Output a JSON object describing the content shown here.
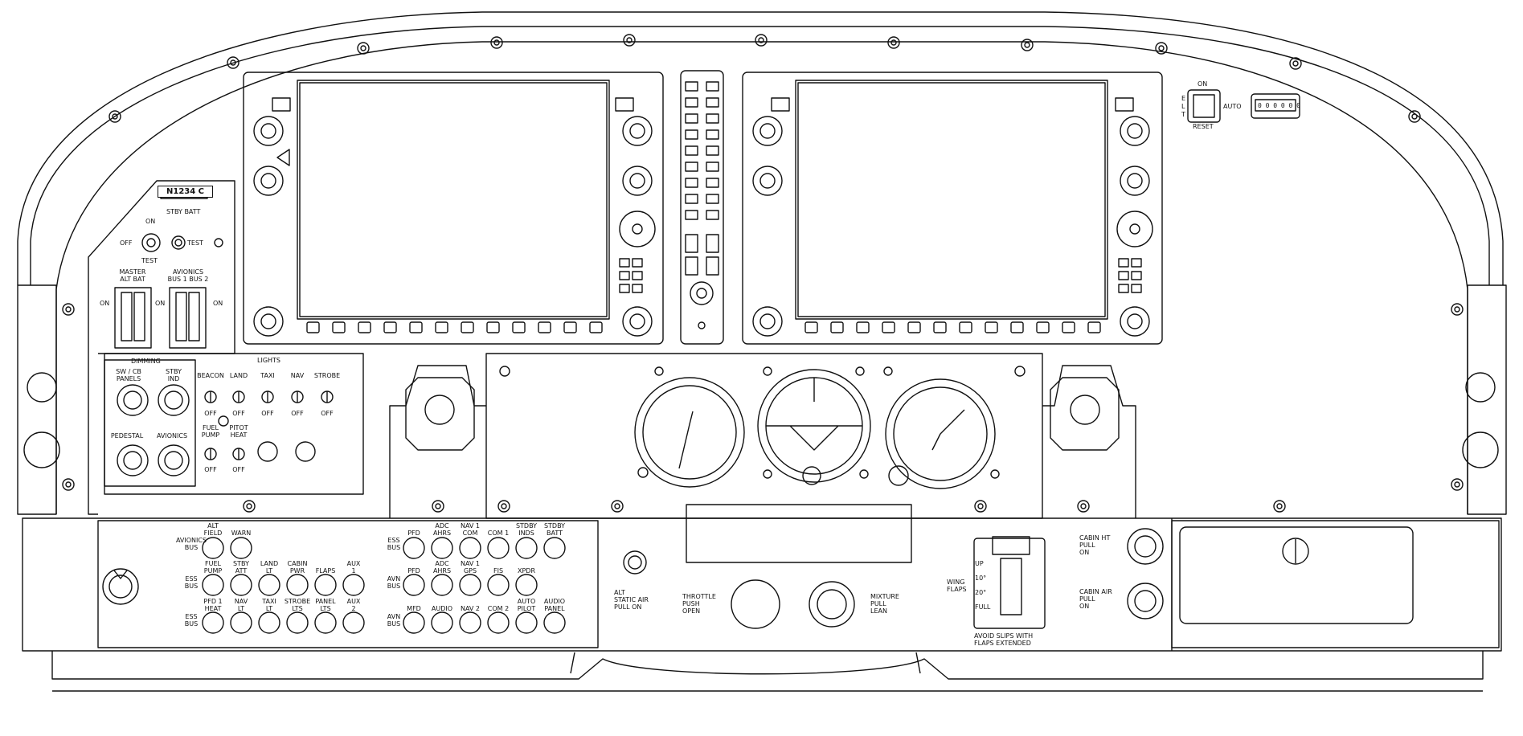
{
  "tail_number": "N1234 C",
  "stby_batt": {
    "title": "STBY BATT",
    "on": "ON",
    "off": "OFF",
    "test_left": "TEST",
    "test_right": "TEST"
  },
  "master": {
    "title": "MASTER\nALT BAT",
    "on": "ON"
  },
  "avionics_bus": {
    "title": "AVIONICS\nBUS 1 BUS 2",
    "on_left": "ON",
    "on_right": "ON"
  },
  "dimming": {
    "title": "DIMMING",
    "knobs": [
      "SW / CB\nPANELS",
      "STBY\nIND",
      "PEDESTAL",
      "AVIONICS"
    ]
  },
  "lights": {
    "title": "LIGHTS",
    "switches": [
      "BEACON",
      "LAND",
      "TAXI",
      "NAV",
      "STROBE"
    ],
    "switch_off": "OFF",
    "lower": [
      "FUEL\nPUMP",
      "PITOT\nHEAT"
    ]
  },
  "elt": {
    "on": "ON",
    "letters": [
      "E",
      "L",
      "T"
    ],
    "auto": "AUTO",
    "reset": "RESET"
  },
  "hobbs": "0 0 0 0 0 0",
  "cb_left": {
    "row_labels": [
      "AVIONICS\nBUS",
      "ESS\nBUS",
      "ESS\nBUS"
    ],
    "top": [
      "ALT\nFIELD",
      "WARN"
    ],
    "mid": [
      "FUEL\nPUMP",
      "STBY\nATT",
      "LAND\nLT",
      "CABIN\nPWR",
      "FLAPS",
      "AUX\n1"
    ],
    "bot": [
      "PFD 1\nHEAT",
      "NAV\nLT",
      "TAXI\nLT",
      "STROBE\nLTS",
      "PANEL\nLTS",
      "AUX\n2"
    ]
  },
  "cb_right": {
    "row_labels": [
      "ESS\nBUS",
      "AVN\nBUS",
      "AVN\nBUS"
    ],
    "top": [
      "PFD",
      "ADC\nAHRS",
      "NAV 1\nCOM",
      "COM 1",
      "STDBY\nINDS",
      "STDBY\nBATT"
    ],
    "mid": [
      "PFD",
      "ADC\nAHRS",
      "NAV 1\nGPS",
      "FIS",
      "XPDR"
    ],
    "bot": [
      "MFD",
      "AUDIO",
      "NAV 2",
      "COM 2",
      "AUTO\nPILOT",
      "AUDIO\nPANEL"
    ]
  },
  "alt_static": "ALT\nSTATIC AIR\nPULL ON",
  "throttle": "THROTTLE\nPUSH\nOPEN",
  "mixture": "MIXTURE\nPULL\nLEAN",
  "wing_flaps": "WING\nFLAPS",
  "flaps_caption": "AVOID SLIPS WITH\nFLAPS EXTENDED",
  "flap_positions": [
    "UP",
    "10°",
    "20°",
    "FULL"
  ],
  "cabin_heat": "CABIN HT\nPULL\nON",
  "cabin_air": "CABIN AIR\nPULL\nON",
  "colors": {
    "line": "#111111",
    "background": "#ffffff"
  }
}
